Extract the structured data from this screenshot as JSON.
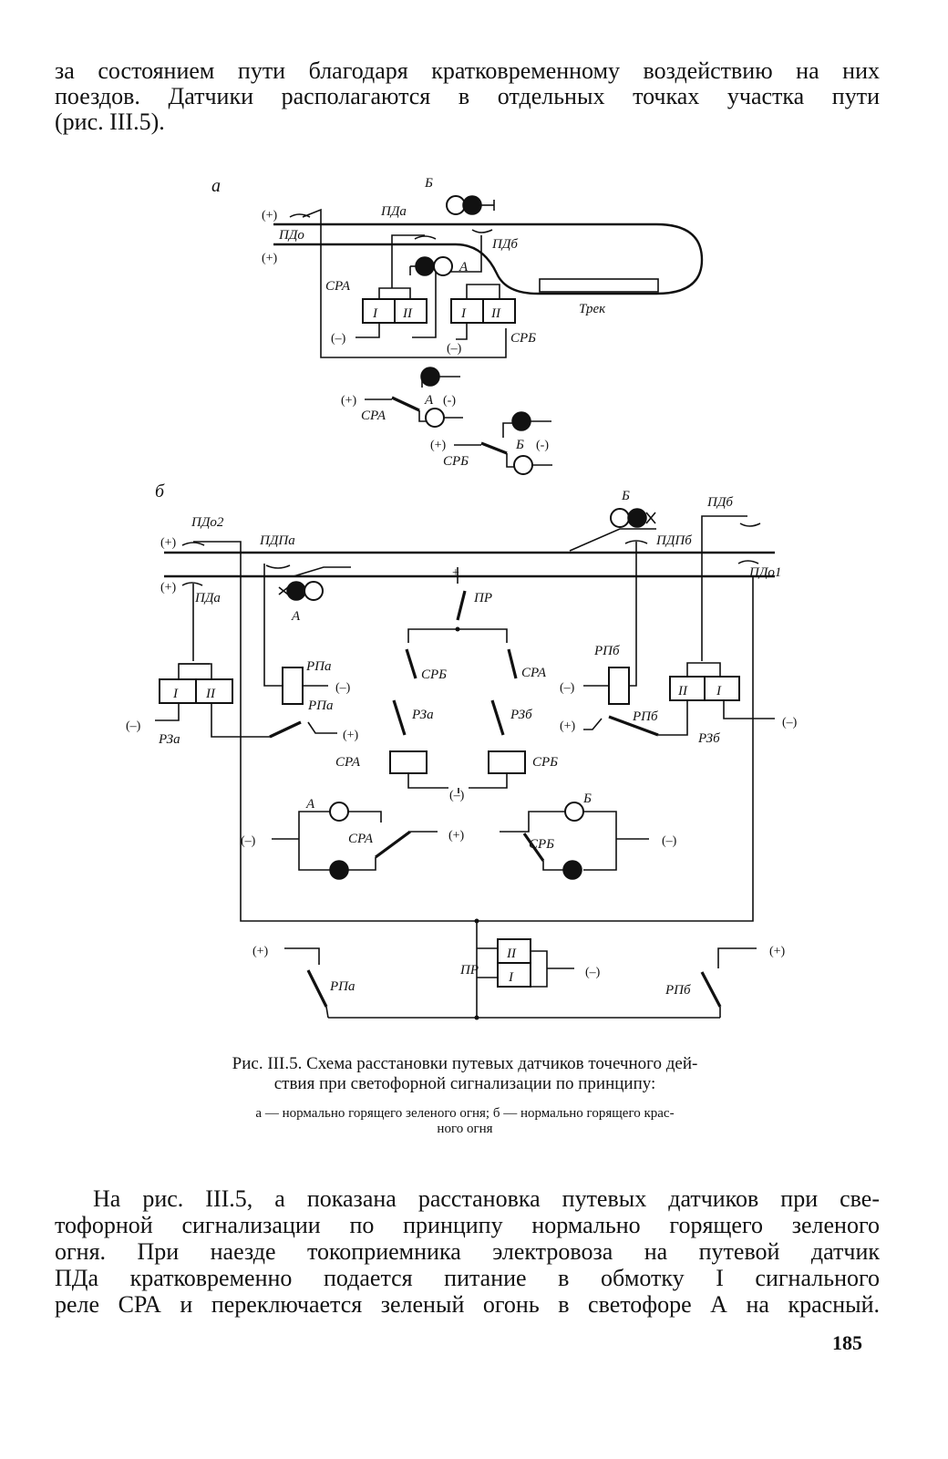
{
  "intro_lines": [
    "за состоянием пути благодаря кратковременному воздействию на них",
    "поездов. Датчики располагаются в отдельных точках участка пути",
    "(рис. III.5)."
  ],
  "diagram": {
    "part_a": {
      "panel_label": "а",
      "signal_b": "Б",
      "signal_a": "А",
      "sensor_pda": "ПДа",
      "sensor_pdo": "ПДо",
      "sensor_pdb": "ПДб",
      "plus": "(+)",
      "minus": "(–)",
      "relay_sra": "СРА",
      "relay_srb": "СРБ",
      "winding_1": "I",
      "winding_2": "II",
      "track": "Трек",
      "sub_a": "А",
      "sub_b": "Б"
    },
    "part_b": {
      "panel_label": "б",
      "pdo2": "ПДо2",
      "pdpa": "ПДПа",
      "pda": "ПДа",
      "signal_a": "А",
      "signal_b": "Б",
      "pdb": "ПДб",
      "pdpb": "ПДПб",
      "pdo1": "ПДо1",
      "pr": "ПР",
      "plus_sign": "+",
      "plus": "(+)",
      "minus": "(–)",
      "rpa": "РПа",
      "rpb": "РПб",
      "rza": "РЗа",
      "rzb": "РЗб",
      "sra": "СРА",
      "srb": "СРБ",
      "winding_1": "I",
      "winding_2": "II"
    }
  },
  "caption": {
    "title_line1": "Рис. III.5. Схема расстановки путевых датчиков точечного дей-",
    "title_line2": "ствия при светофорной сигнализации по принципу:",
    "sub_line1": "а — нормально горящего зеленого огня; б — нормально горящего крас-",
    "sub_line2": "ного огня"
  },
  "closing_lines": [
    "На рис. III.5, а показана расстановка путевых датчиков при све-",
    "тофорной сигнализации по принципу нормально горящего зеленого",
    "огня. При наезде токоприемника электровоза на путевой датчик",
    "ПДа кратковременно подается питание в обмотку I сигнального",
    "реле СРА и переключается зеленый огонь в светофоре А на красный."
  ],
  "page_number": "185"
}
